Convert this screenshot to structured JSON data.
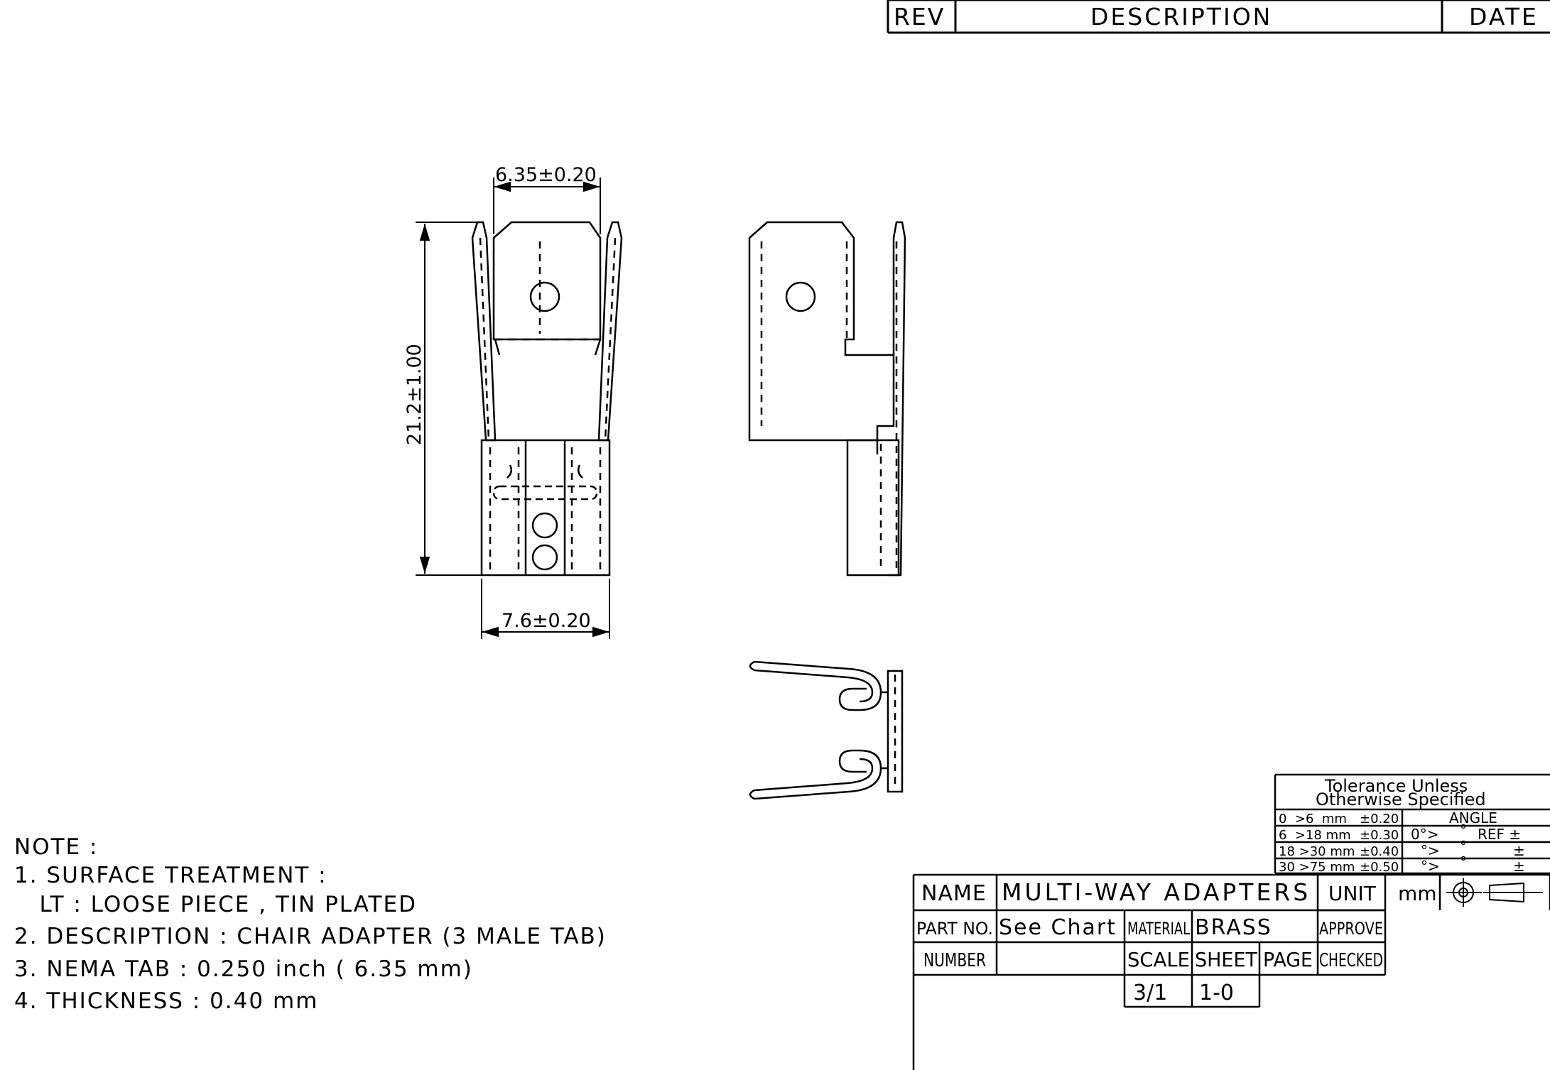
{
  "revision_block": {
    "rev_header": "REV",
    "description_header": "DESCRIPTION",
    "date_header": "DATE"
  },
  "dimensions": {
    "tab_width": "6.35±0.20",
    "overall_length": "21.2±1.00",
    "base_width": "7.6±0.20"
  },
  "notes": {
    "heading": "NOTE :",
    "lines": [
      "1. SURFACE TREATMENT :",
      "   LT : LOOSE PIECE , TIN PLATED",
      "2. DESCRIPTION : CHAIR ADAPTER (3 MALE TAB)",
      "3. NEMA TAB : 0.250 inch ( 6.35 mm)",
      "4. THICKNESS : 0.40 mm"
    ]
  },
  "tolerance_block": {
    "title_line1": "Tolerance Unless",
    "title_line2": "Otherwise Specified",
    "rows": [
      {
        "range": "0  >6  mm",
        "tol": "±0.20"
      },
      {
        "range": "6  >18 mm",
        "tol": "±0.30"
      },
      {
        "range": "18 >30 mm",
        "tol": "±0.40"
      },
      {
        "range": "30 >75 mm",
        "tol": "±0.50"
      }
    ],
    "angle_header": "ANGLE",
    "angle_row1_a": "0°>",
    "angle_row1_b": "°",
    "angle_row1_c": "REF ±",
    "angle_rows_other_a": "°>",
    "angle_rows_other_b": "°",
    "angle_rows_other_c": "±"
  },
  "title_block": {
    "name_label": "NAME",
    "name_value": "MULTI-WAY ADAPTERS",
    "unit_label": "UNIT",
    "unit_value": "mm",
    "part_no_label": "PART NO.",
    "part_no_value": "See Chart",
    "material_label": "MATERIAL",
    "material_value": "BRASS",
    "approve_label": "APPROVE",
    "number_label": "NUMBER",
    "scale_label": "SCALE",
    "sheet_label": "SHEET",
    "page_label": "PAGE",
    "checked_label": "CHECKED",
    "scale_value": "3/1",
    "sheet_value": "1-0"
  }
}
